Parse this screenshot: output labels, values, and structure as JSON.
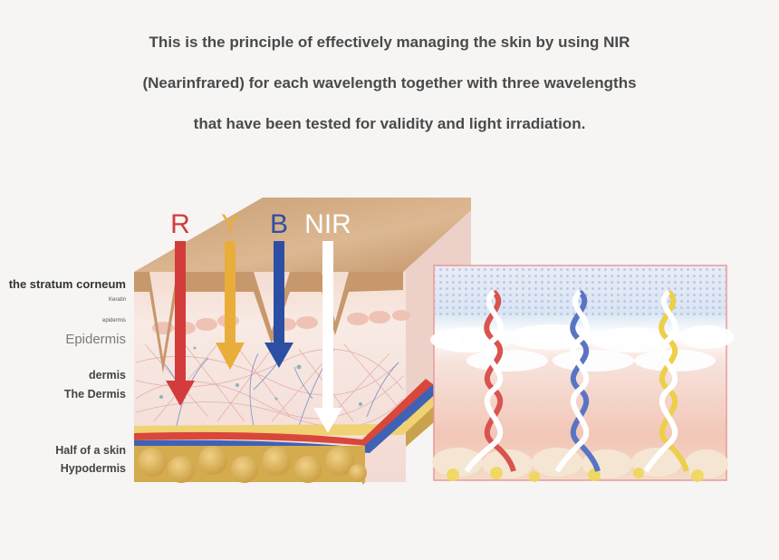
{
  "headline": {
    "line1": "This is the principle of effectively managing the skin by using NIR",
    "line2": "(Nearinfrared) for each wavelength together with three wavelengths",
    "line3": "that have been tested for validity and light irradiation."
  },
  "wavelengths": [
    {
      "label": "R",
      "color": "#d43b3b"
    },
    {
      "label": "Y",
      "color": "#e9ae3a"
    },
    {
      "label": "B",
      "color": "#2c4fa3"
    },
    {
      "label": "NIR",
      "color": "#ffffff"
    }
  ],
  "layers": {
    "stratum_corneum": "the stratum corneum",
    "keratin": "Keratin",
    "epidermis_small": "epidermis",
    "epidermis": "Epidermis",
    "dermis": "dermis",
    "the_dermis": "The Dermis",
    "half_skin": "Half of a skin",
    "hypodermis": "Hypodermis"
  },
  "colors": {
    "skin_top": "#d9b692",
    "fat": "#d9b457",
    "vessel_red": "#d9473a",
    "vessel_blue": "#3f62b5",
    "inset_border": "#e89a9a"
  }
}
